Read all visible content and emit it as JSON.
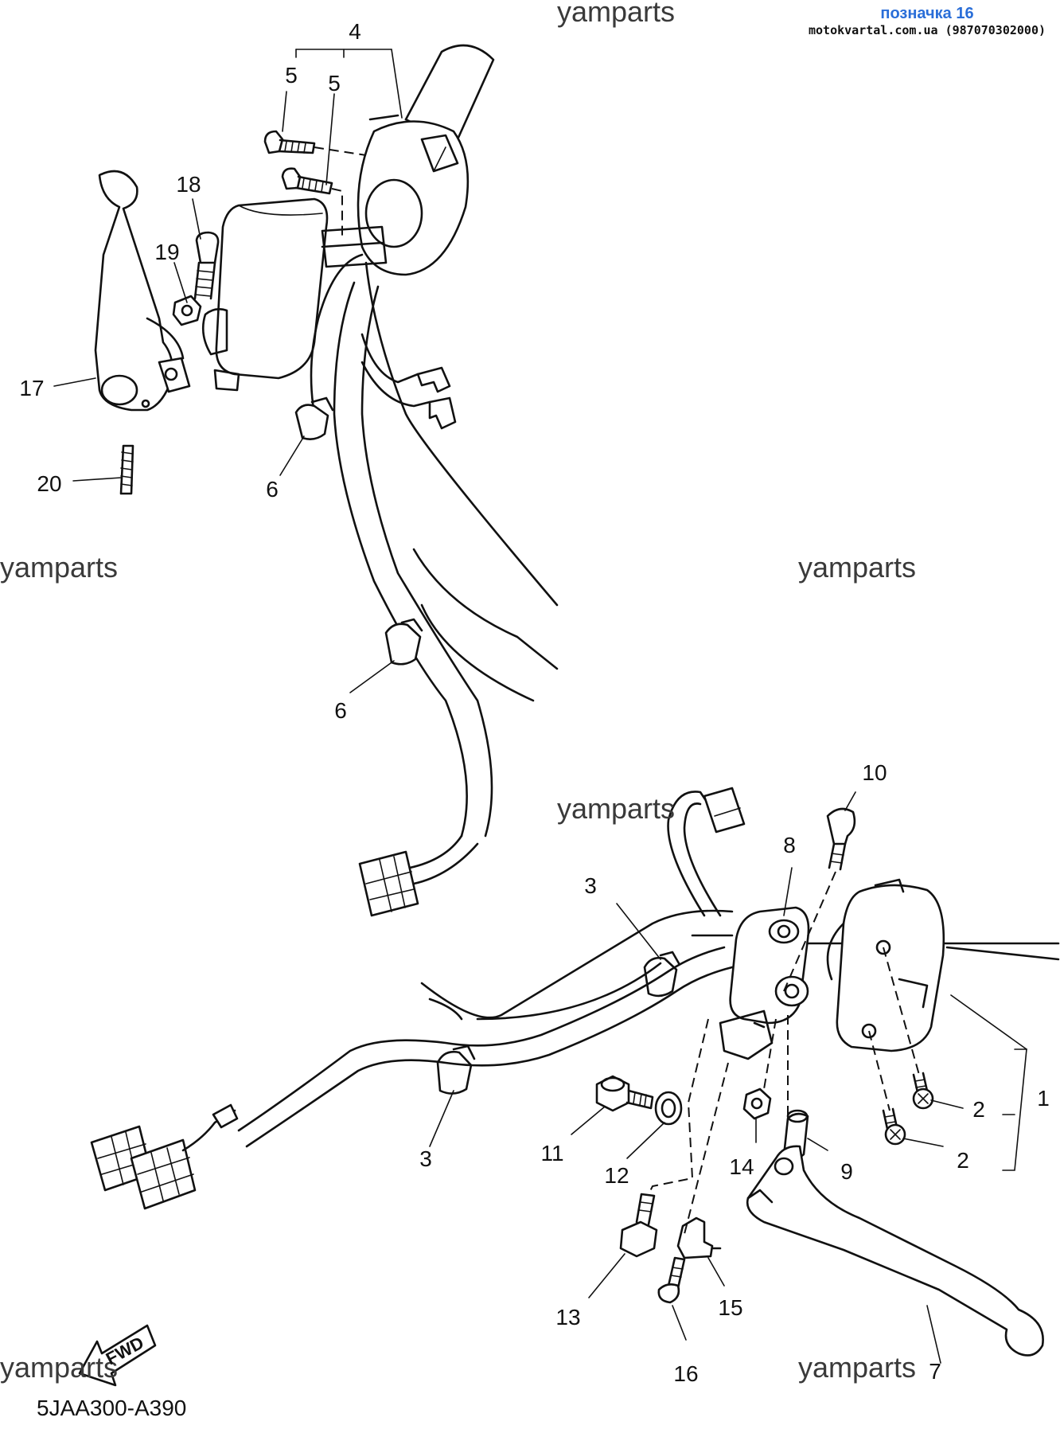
{
  "header": {
    "tag_title": "позначка 16",
    "tag_site": "motokvartal.com.ua (987070302000)"
  },
  "watermark_text": "yamparts",
  "diagram_code": "5JAA300-A390",
  "fwd_label": "FWD",
  "callouts": {
    "p1": "1",
    "p2a": "2",
    "p2b": "2",
    "p3a": "3",
    "p3b": "3",
    "p4": "4",
    "p5a": "5",
    "p5b": "5",
    "p6a": "6",
    "p6b": "6",
    "p7": "7",
    "p8": "8",
    "p9": "9",
    "p10": "10",
    "p11": "11",
    "p12": "12",
    "p13": "13",
    "p14": "14",
    "p15": "15",
    "p16": "16",
    "p17": "17",
    "p18": "18",
    "p19": "19",
    "p20": "20"
  },
  "colors": {
    "line": "#111111",
    "tag_title": "#2a6ed8",
    "watermark": "#3a3a3a"
  }
}
